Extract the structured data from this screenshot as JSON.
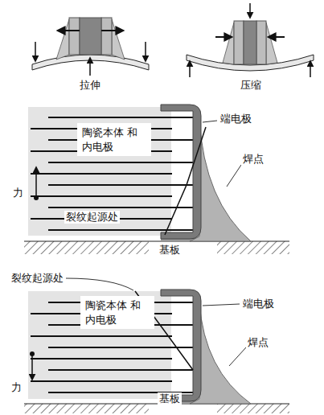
{
  "diagram": {
    "nodes": [
      {
        "text": [
          "陶瓷本体 和内电极"
        ]
      },
      {
        "text": [
          "陶瓷本体 和内电极"
        ]
      }
    ],
    "labels": [
      "拉伸",
      "压缩",
      "端电极",
      "焊点",
      "力",
      "裂纹起源处",
      "基板",
      "裂纹起源处",
      "端电极",
      "焊点",
      "力",
      "基板"
    ]
  }
}
